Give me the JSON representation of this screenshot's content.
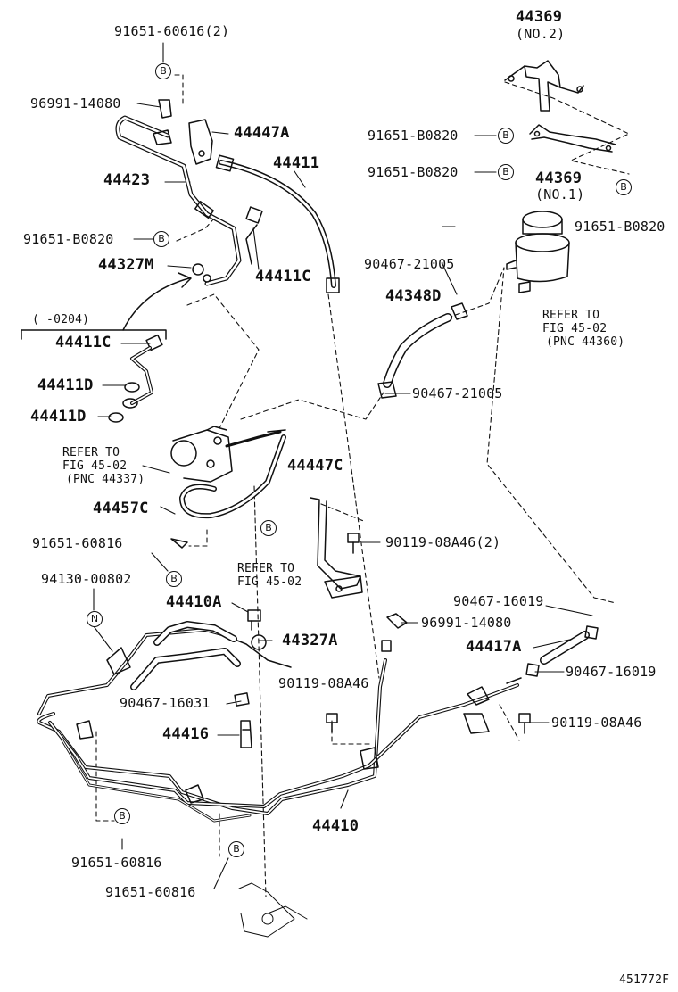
{
  "parts": {
    "p44369_2": "44369",
    "p44369_2_sub": "(NO.2)",
    "p44369_1": "44369",
    "p44369_1_sub": "(NO.1)",
    "p91651_60616": "91651-60616(2)",
    "p96991_14080_top": "96991-14080",
    "p44447A": "44447A",
    "p44411": "44411",
    "p44423": "44423",
    "p91651_B0820_a": "91651-B0820",
    "p91651_B0820_b": "91651-B0820",
    "p91651_B0820_c": "91651-B0820",
    "p91651_B0820_d": "91651-B0820",
    "p44327M": "44327M",
    "p44411C_top": "44411C",
    "p90467_21005_a": "90467-21005",
    "p44348D": "44348D",
    "p0204": "(    -0204)",
    "p44411C": "44411C",
    "p44411D_a": "44411D",
    "p44411D_b": "44411D",
    "p90467_21005_b": "90467-21005",
    "refer1_a": "REFER TO",
    "refer1_b": "FIG 45-02",
    "refer1_c": "(PNC 44360)",
    "refer2_a": "REFER TO",
    "refer2_b": "FIG 45-02",
    "refer2_c": "(PNC 44337)",
    "p44447C": "44447C",
    "p44457C": "44457C",
    "p91651_60816_a": "91651-60816",
    "p90119_08A46_2": "90119-08A46(2)",
    "refer3_a": "REFER TO",
    "refer3_b": "FIG 45-02",
    "p94130_00802": "94130-00802",
    "p44410A": "44410A",
    "p96991_14080_mid": "96991-14080",
    "p90467_16019_a": "90467-16019",
    "p44327A": "44327A",
    "p44417A": "44417A",
    "p90467_16019_b": "90467-16019",
    "p90119_08A46_b": "90119-08A46",
    "p90467_16031": "90467-16031",
    "p90119_08A46_c": "90119-08A46",
    "p44416": "44416",
    "p44410": "44410",
    "p91651_60816_b": "91651-60816",
    "p91651_60816_c": "91651-60816",
    "diagram_id": "451772F"
  },
  "markers": {
    "b": "B",
    "n": "N"
  }
}
